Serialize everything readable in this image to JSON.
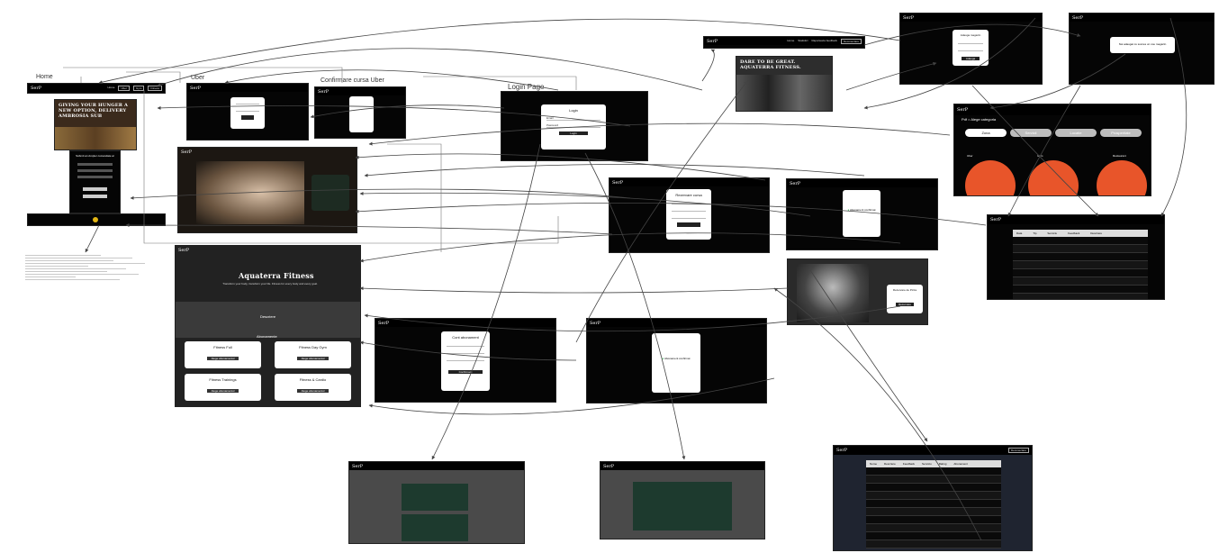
{
  "labels": {
    "home": "Home",
    "uber": "Uber",
    "confirm_uber": "Confirmare cursa Uber",
    "login_page": "Login Page"
  },
  "brand": {
    "logo": "SerP"
  },
  "nav": {
    "items": [
      "Home",
      "Uber",
      "Gym",
      "Fitness"
    ],
    "feedback_items": [
      "Home",
      "Statistici",
      "Raporteaza feedback",
      "Adaugare magazin"
    ],
    "logout": "Deconectare"
  },
  "home_screen": {
    "hero": "GIVING YOUR HUNGER A NEW OPTION, DELIVERY AMBROSIA SUB",
    "form_title": "Submit an Ampler comandate ar"
  },
  "gym_screen": {
    "hero_title": "Aquaterra Fitness",
    "hero_sub": "Transform your body, transform your life. Fitness for every body and every goal.",
    "about_title": "Descriere",
    "subs_title": "Abonamente",
    "plans": [
      {
        "name": "Fitness Full",
        "button": "Alege abonamentul"
      },
      {
        "name": "Fitness Day Gym",
        "button": "Alege abonamentul"
      },
      {
        "name": "Fitness Trainings",
        "button": "Alege abonamentul"
      },
      {
        "name": "Fitness & Cardio",
        "button": "Alege abonamentul"
      }
    ]
  },
  "dare_screen": {
    "hero": "DARE TO BE GREAT. AQUATERRA FITNESS."
  },
  "login_screen": {
    "title": "Login",
    "email": "Email",
    "password": "Password",
    "button": "Login"
  },
  "magazin_screen": {
    "title": "Adauga magazin",
    "button": "Adauga"
  },
  "magazin_added": {
    "message": "Noi adaugat cu succes un nou magazin"
  },
  "stats_screen": {
    "title": "Pdf = Alege categoria",
    "pills": [
      "Zona",
      "Servicii",
      "Locatie",
      "Prosperitate"
    ],
    "pie_labels": [
      "Uber",
      "Gym",
      "Restaurant"
    ]
  },
  "confirm_screen": {
    "message": "Abonament confirmat"
  },
  "reservation_screen": {
    "title": "Rezervare cursa"
  },
  "final_screen": {
    "message": "Abonament confirmat"
  },
  "booking_screen": {
    "title": "Rezervare de Pizza",
    "button": "Rezervare"
  },
  "subscribe_screen": {
    "title": "Cont abonament",
    "button": "Confirmare"
  },
  "table_screen": {
    "columns": [
      "Data",
      "Tip",
      "Serviciu",
      "Feedback",
      "Descriere"
    ],
    "rows": 8
  },
  "bottom_table": {
    "columns": [
      "Nume",
      "Descriere",
      "Feedback",
      "Serviciu",
      "Rating",
      "Abonament"
    ],
    "rows": 8
  },
  "admin_grid": {
    "rows": 7
  },
  "colors": {
    "pie": "#e8552a",
    "pill_active": "#ffffff",
    "pill": "#bdbdbd",
    "dark_bg": "#1f2430"
  }
}
